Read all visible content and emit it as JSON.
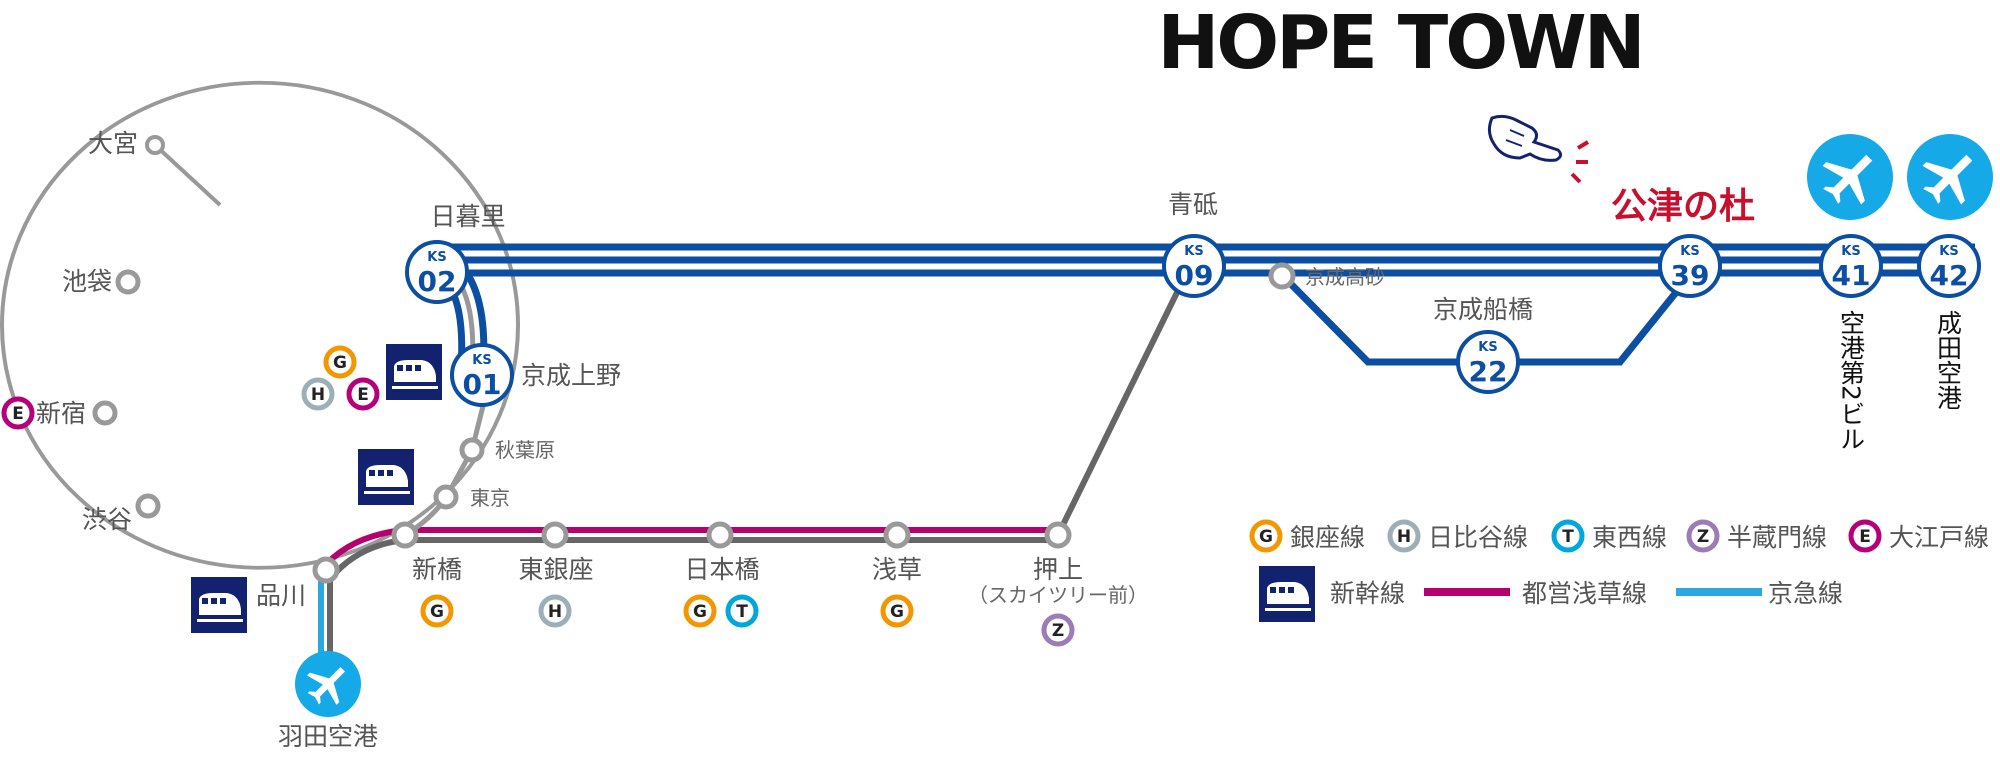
{
  "logo": "HOPE TOWN",
  "destination": "公津の杜",
  "stations": {
    "omiya": "大宮",
    "ikebukuro": "池袋",
    "shinjuku": "新宿",
    "shibuya": "渋谷",
    "nippori": "日暮里",
    "keisei_ueno": "京成上野",
    "akihabara": "秋葉原",
    "tokyo": "東京",
    "shinagawa": "品川",
    "haneda": "羽田空港",
    "shinbashi": "新橋",
    "higashi_ginza": "東銀座",
    "nihonbashi": "日本橋",
    "asakusa": "浅草",
    "oshiage": "押上",
    "oshiage_sub": "（スカイツリー前）",
    "aoto": "青砥",
    "keisei_takasago": "京成高砂",
    "keisei_funabashi": "京成船橋",
    "airport_t2": "空港第2ビル",
    "narita_airport": "成田空港"
  },
  "ks_codes": {
    "prefix": "KS",
    "nippori": "02",
    "keisei_ueno": "01",
    "aoto": "09",
    "funabashi": "22",
    "kozunomori": "39",
    "airport_t2": "41",
    "narita": "42"
  },
  "line_marks": {
    "ginza": "G",
    "hibiya": "H",
    "tozai": "T",
    "hanzomon": "Z",
    "oedo": "E"
  },
  "legend": {
    "ginza": "銀座線",
    "hibiya": "日比谷線",
    "tozai": "東西線",
    "hanzomon": "半蔵門線",
    "oedo": "大江戸線",
    "shinkansen": "新幹線",
    "asakusa_line": "都営浅草線",
    "keikyu_line": "京急線"
  },
  "icons": {
    "plane": "airplane-icon",
    "train": "shinkansen-icon",
    "hand": "pointing-hand-icon"
  },
  "colors": {
    "keisei_blue": "#0b4ea2",
    "asakusa_magenta": "#b5006d",
    "keikyu_cyan": "#2ba8e0",
    "jr_gray": "#999999",
    "connector_gray": "#666666",
    "ginza": "#f39700",
    "hibiya": "#9caeb7",
    "tozai": "#00a7db",
    "hanzomon": "#9b7cb6",
    "oedo": "#b6007a",
    "shinkansen_navy": "#13226e",
    "plane_blue": "#16a9e8",
    "destination_red": "#c8102e"
  }
}
